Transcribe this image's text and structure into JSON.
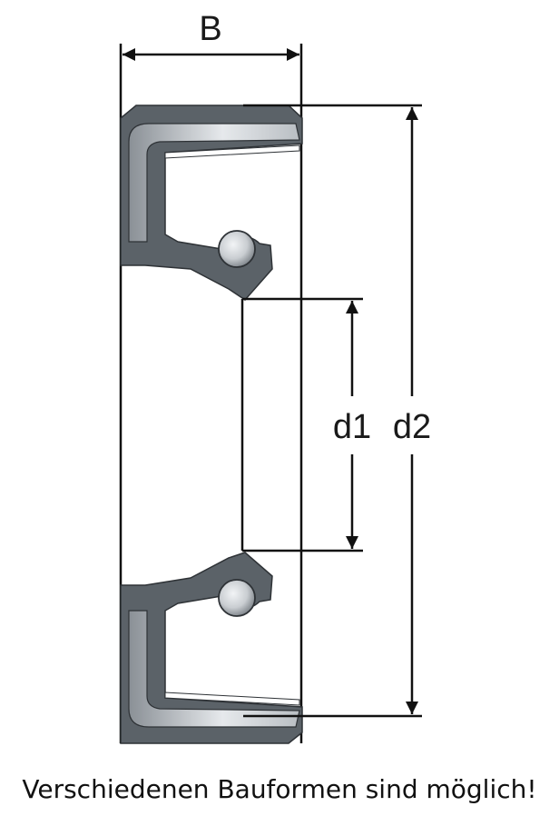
{
  "dimensions": {
    "width_label": "B",
    "inner_diameter_label": "d1",
    "outer_diameter_label": "d2"
  },
  "caption": "Verschiedenen Bauformen sind möglich!",
  "colors": {
    "rubber": "#5b6268",
    "metal_light": "#e6e9ec",
    "metal_dark": "#8a9096",
    "spring_light": "#f2f4f6",
    "spring_dark": "#7d8389",
    "line": "#111111"
  }
}
